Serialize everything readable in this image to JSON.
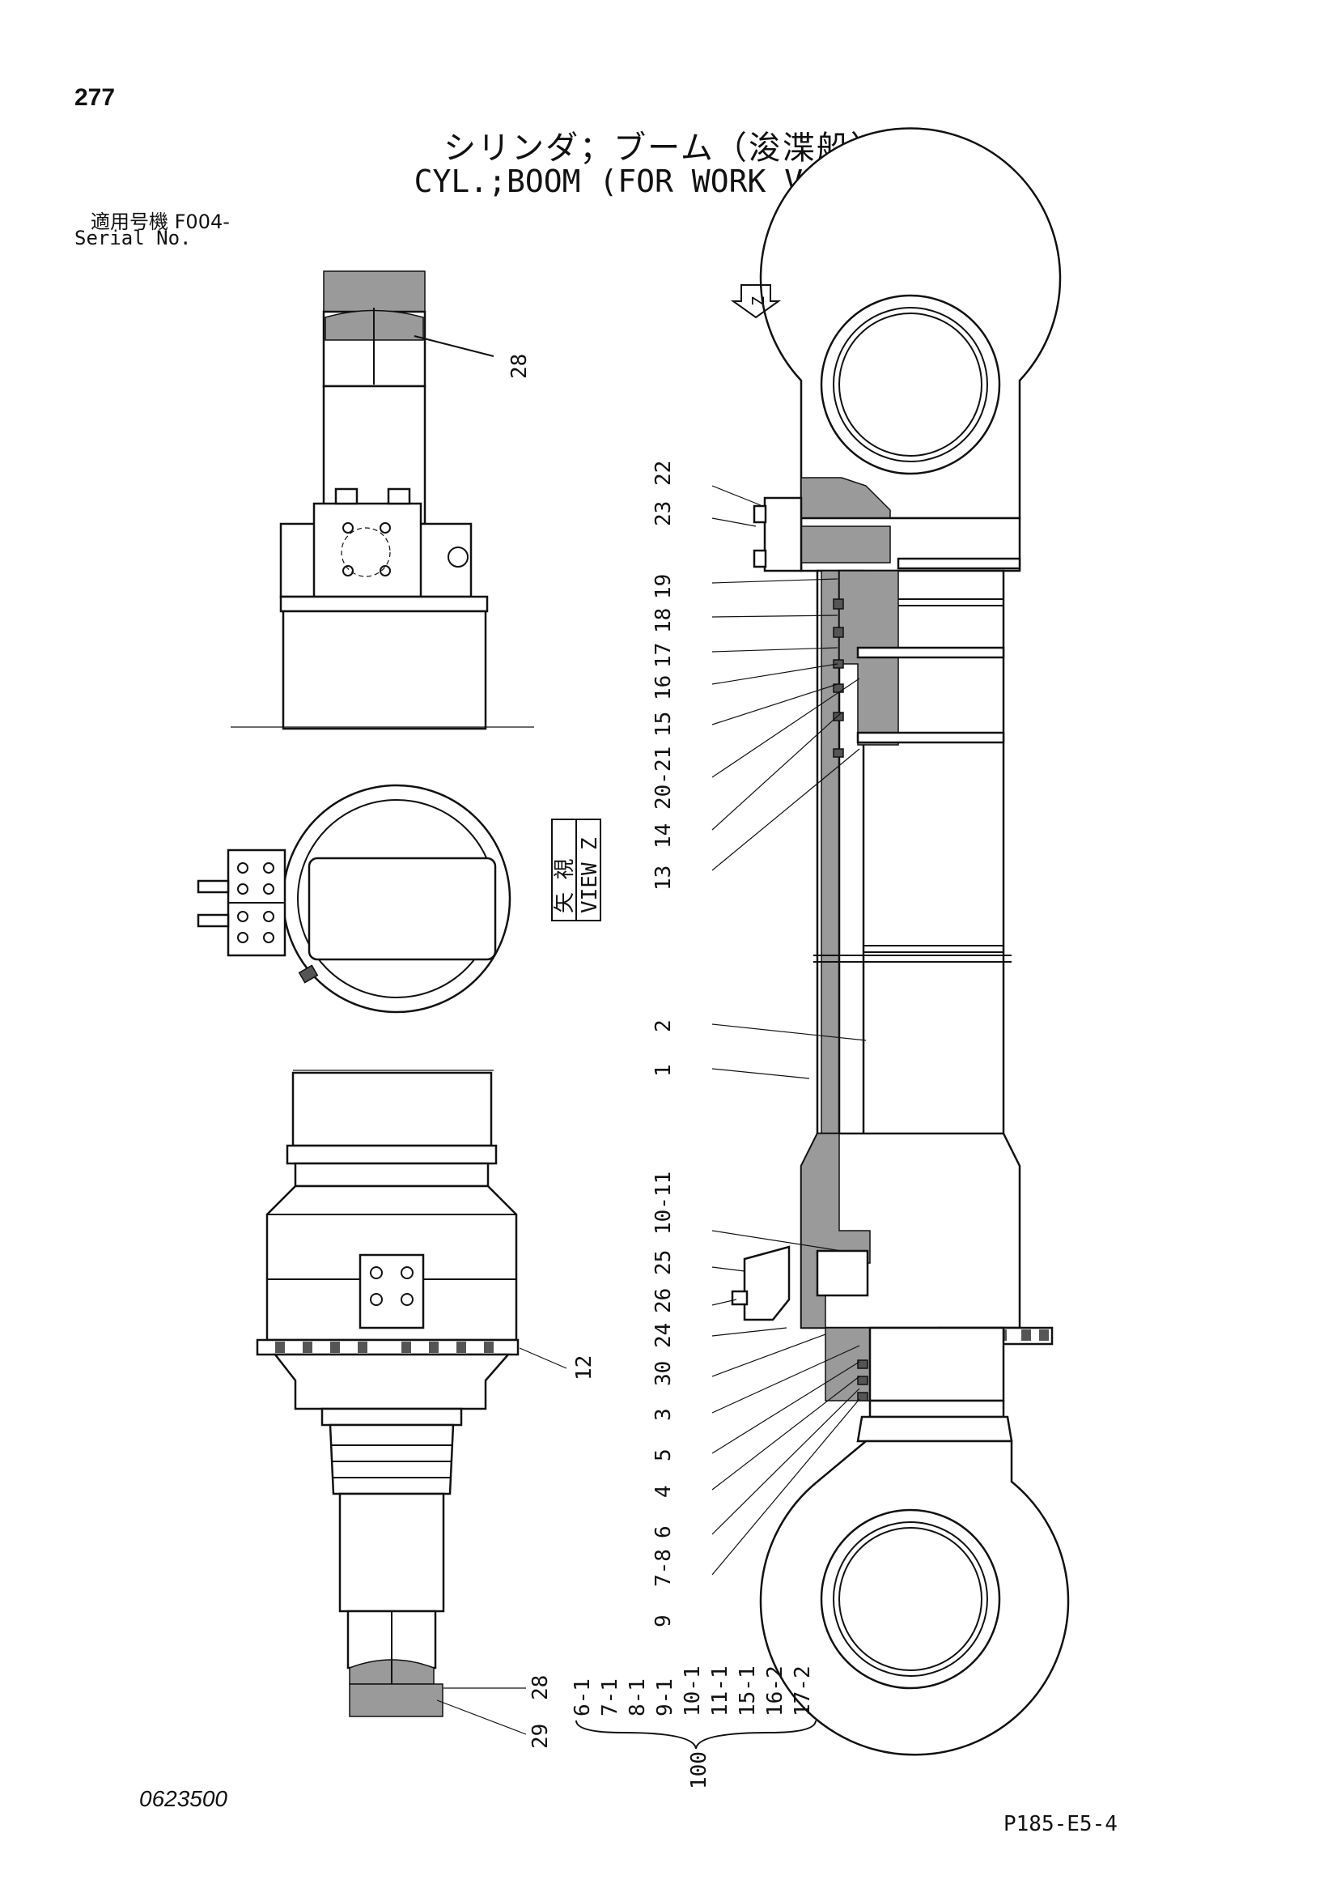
{
  "header": {
    "page_number": "277",
    "title_jp": "シリンダ；ブーム（浚渫船）",
    "title_en": "CYL.;BOOM (FOR WORK VESSEL)",
    "serial_label_jp": "適用号機  F004-",
    "serial_label_en": "Serial No."
  },
  "views": {
    "view_z_jp": "矢 視",
    "view_z_en": "VIEW",
    "view_z_letter": "Z",
    "arrow_letter": "Z"
  },
  "callouts": {
    "top_view": [
      "28"
    ],
    "bottom_view": [
      "12",
      "28",
      "29"
    ],
    "main_top": [
      "22",
      "23",
      "19",
      "18",
      "17",
      "16",
      "15",
      "20-21",
      "14",
      "13"
    ],
    "main_mid": [
      "2",
      "1"
    ],
    "main_bottom": [
      "10-11",
      "25",
      "26",
      "24",
      "30",
      "3",
      "5",
      "4",
      "6",
      "7-8",
      "9"
    ],
    "kit_items": [
      "6-1",
      "7-1",
      "8-1",
      "9-1",
      "10-1",
      "11-1",
      "15-1",
      "16-2",
      "17-2"
    ],
    "kit_number": "100"
  },
  "footer": {
    "drawing_number": "0623500",
    "page_code": "P185-E5-4"
  }
}
